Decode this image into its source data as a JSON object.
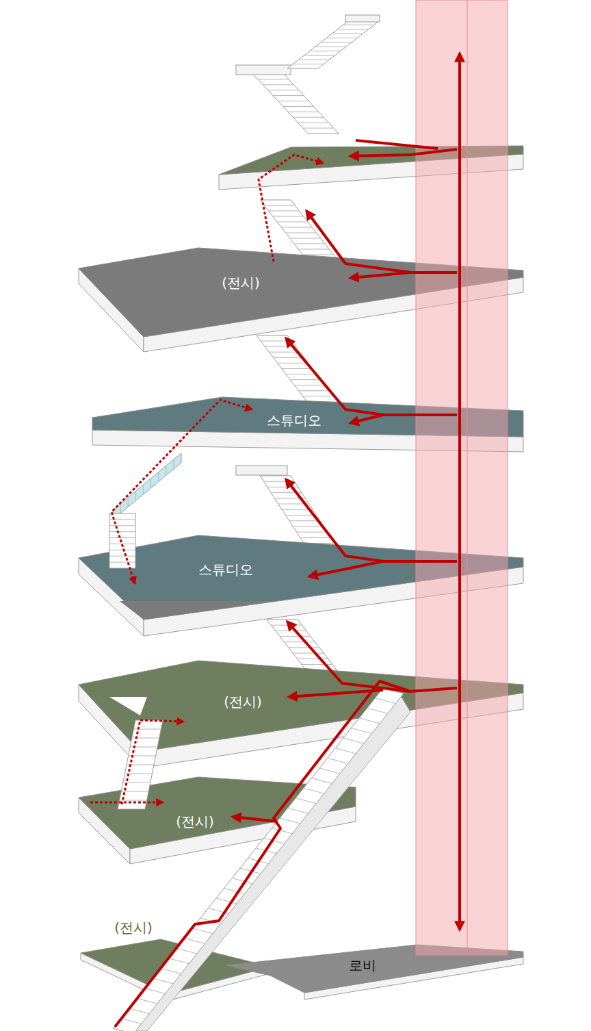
{
  "diagram": {
    "nodes": [
      {
        "text": [
          "(전시)"
        ]
      },
      {
        "text": [
          "스튜디오"
        ]
      },
      {
        "text": [
          "스튜디오"
        ]
      },
      {
        "text": [
          "(전시)"
        ]
      },
      {
        "text": [
          "(전시)"
        ]
      },
      {
        "text": [
          "(전시)"
        ]
      },
      {
        "text": [
          "로비"
        ]
      }
    ]
  }
}
